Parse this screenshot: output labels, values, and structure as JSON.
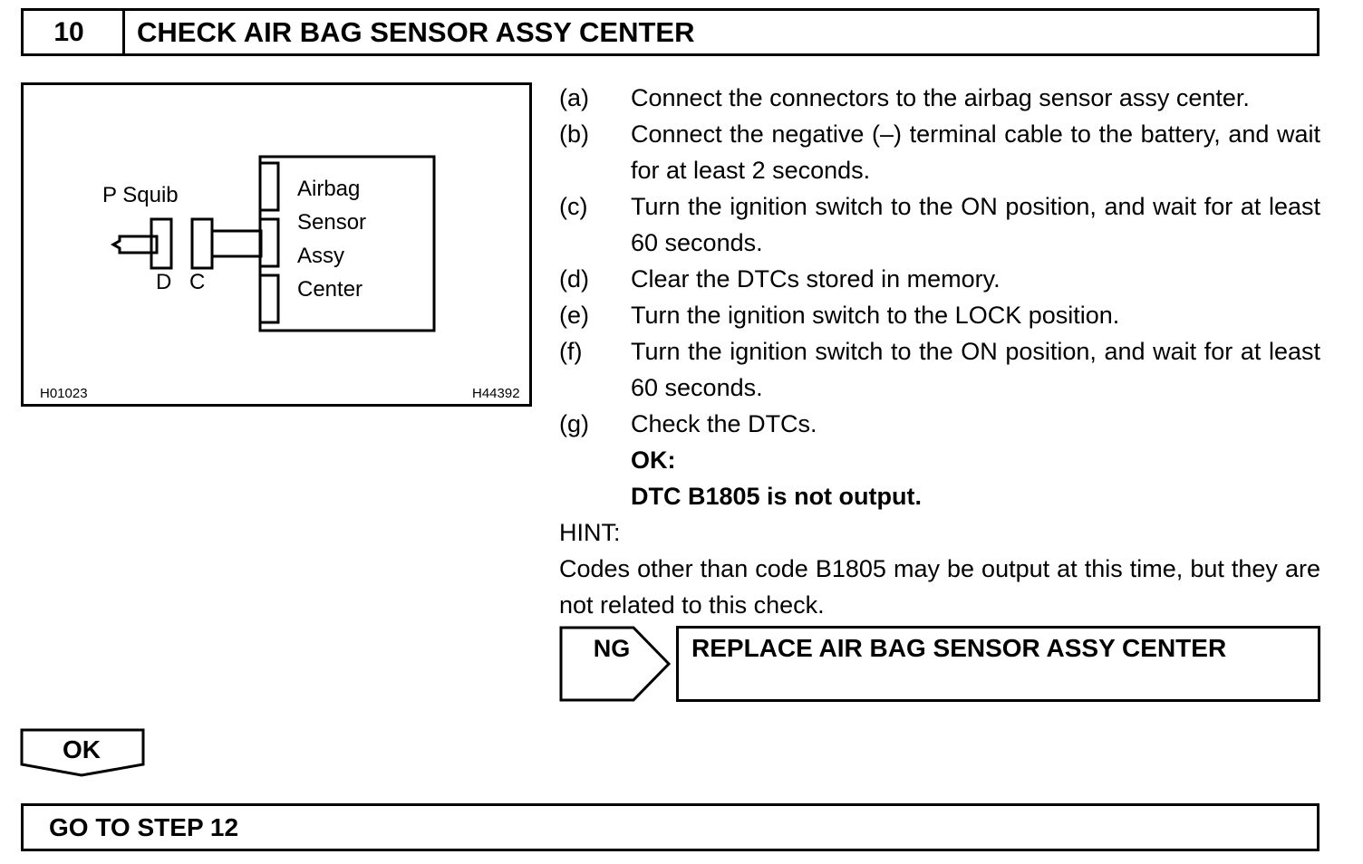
{
  "header": {
    "step_number": "10",
    "title": "CHECK AIR BAG SENSOR ASSY CENTER"
  },
  "figure": {
    "p_squib_label": "P Squib",
    "connector_d": "D",
    "connector_c": "C",
    "sensor_lines": [
      "Airbag",
      "Sensor",
      "Assy",
      "Center"
    ],
    "code_left": "H01023",
    "code_right": "H44392"
  },
  "steps": [
    {
      "letter": "(a)",
      "text": "Connect the connectors to the airbag sensor assy center."
    },
    {
      "letter": "(b)",
      "text": "Connect the negative (–) terminal cable to the battery, and wait for at least 2 seconds."
    },
    {
      "letter": "(c)",
      "text": "Turn the ignition switch to the ON position, and wait for at least 60 seconds."
    },
    {
      "letter": "(d)",
      "text": "Clear the DTCs stored in memory."
    },
    {
      "letter": "(e)",
      "text": "Turn the ignition switch to the LOCK position."
    },
    {
      "letter": "(f)",
      "text": "Turn the ignition switch to the ON position, and wait for at least 60 seconds."
    },
    {
      "letter": "(g)",
      "text": "Check the DTCs."
    }
  ],
  "ok_criteria": {
    "label": "OK:",
    "text": "DTC B1805 is not output."
  },
  "hint": {
    "label": "HINT:",
    "text": "Codes other than code B1805 may be output at this time, but they are not related to this check."
  },
  "ng": {
    "label": "NG",
    "action": "REPLACE AIR BAG SENSOR ASSY CENTER"
  },
  "ok_branch": {
    "label": "OK",
    "action": "GO TO STEP 12"
  }
}
